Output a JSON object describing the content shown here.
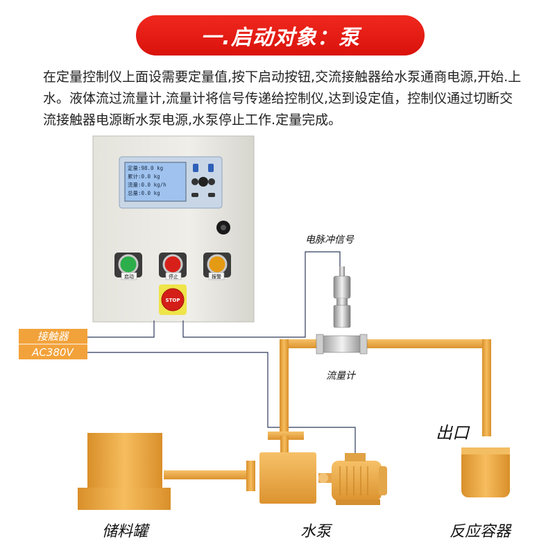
{
  "title": "一.启动对象：泵",
  "intro": "在定量控制仪上面设需要定量值,按下启动按钮,交流接触器给水泵通商电源,开始.上水。液体流过流量计,流量计将信号传递给控制仪,达到设定值，控制仪通过切断交流接触器电源断水泵电源,水泵停止工作.定量完成。",
  "screen_lines": [
    "定量:98.0  kg",
    "累计:0.0   kg",
    "流量:0.0  kg/h",
    "总量:0.0   kg"
  ],
  "button_labels": [
    "启动",
    "停止",
    "报警"
  ],
  "estop_text": "STOP",
  "contactor": {
    "line1": "接触器",
    "line2": "AC380V"
  },
  "labels": {
    "pulse_signal": "电脉冲信号",
    "flowmeter": "流量计",
    "outlet": "出口",
    "storage_tank": "储料罐",
    "pump": "水泵",
    "reactor": "反应容器"
  },
  "colors": {
    "title_red": "#e81d16",
    "pipe": "#f0a43a",
    "tank": "#e9a749",
    "contactor_tag": "#f2a23a",
    "panel": "#ecebe5"
  }
}
